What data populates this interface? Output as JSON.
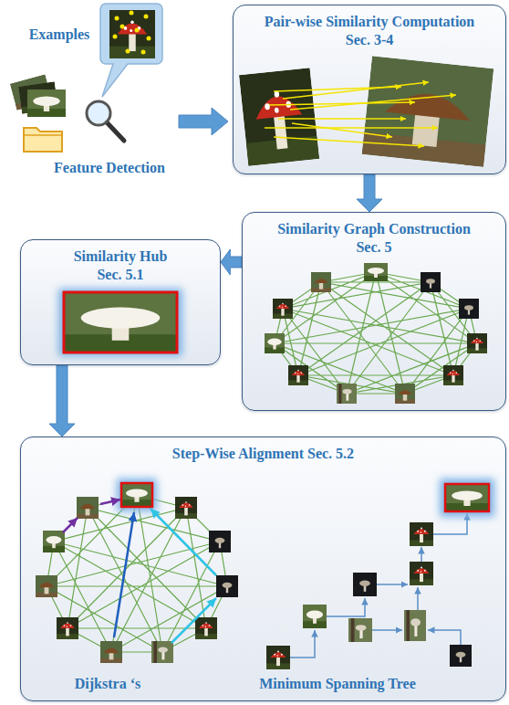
{
  "diagram": {
    "nodes": [
      {
        "text": [
          "Pair-wise Similarity Computation",
          "Sec. 3-4"
        ]
      },
      {
        "text": [
          "Similarity Graph Construction",
          "Sec. 5"
        ]
      },
      {
        "text": [
          "Similarity Hub",
          "Sec. 5.1"
        ]
      },
      {
        "text": [
          "Step-Wise Alignment Sec. 5.2",
          "Dijkstra ‘s",
          "Minimum Spanning Tree"
        ]
      }
    ],
    "edges": [
      {
        "from": 0,
        "to": 1,
        "arrow": "to"
      },
      {
        "from": 1,
        "to": 2,
        "arrow": "to"
      },
      {
        "from": 2,
        "to": 3,
        "arrow": "to"
      }
    ],
    "labels": [
      "Examples",
      "Feature Detection"
    ]
  }
}
